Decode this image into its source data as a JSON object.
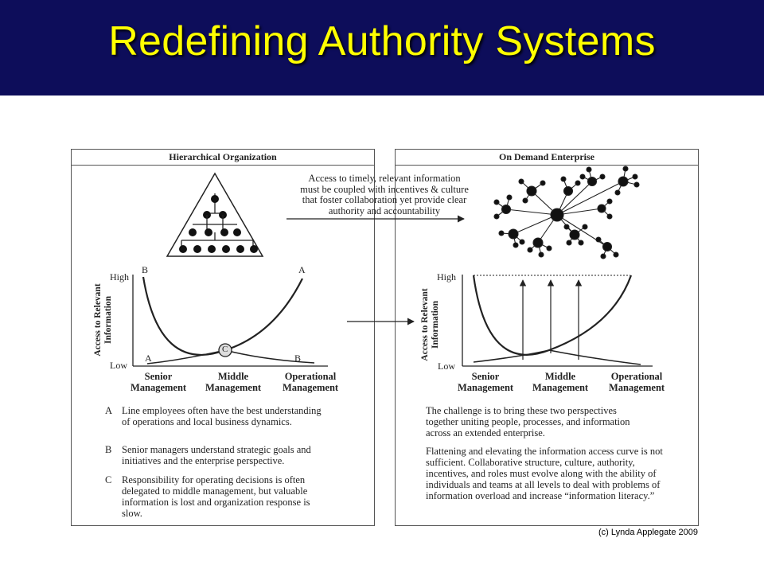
{
  "slide": {
    "title": "Redefining Authority Systems",
    "copyright": "(c) Lynda Applegate 2009"
  },
  "left_panel": {
    "header": "Hierarchical Organization",
    "y_axis_label_1": "Access to Relevant",
    "y_axis_label_2": "Information",
    "y_high": "High",
    "y_low": "Low",
    "curve_b_top": "B",
    "curve_a_top": "A",
    "curve_a_bottom": "A",
    "curve_b_bottom": "B",
    "intersection": "C",
    "x_labels": [
      {
        "line1": "Senior",
        "line2": "Management"
      },
      {
        "line1": "Middle",
        "line2": "Management"
      },
      {
        "line1": "Operational",
        "line2": "Management"
      }
    ],
    "notes": [
      {
        "letter": "A",
        "text": "Line employees often have the best understanding of operations and local business dynamics."
      },
      {
        "letter": "B",
        "text": "Senior managers understand strategic goals and initiatives and the enterprise perspective."
      },
      {
        "letter": "C",
        "text": "Responsibility for operating decisions is often delegated to middle management, but valuable information is lost and organization response is slow."
      }
    ]
  },
  "center_note": {
    "lines": [
      "Access to timely, relevant information",
      "must be coupled with incentives & culture",
      "that foster collaboration yet provide clear",
      "authority and accountability"
    ]
  },
  "right_panel": {
    "header": "On Demand Enterprise",
    "y_axis_label_1": "Access to Relevant",
    "y_axis_label_2": "Information",
    "y_high": "High",
    "y_low": "Low",
    "x_labels": [
      {
        "line1": "Senior",
        "line2": "Management"
      },
      {
        "line1": "Middle",
        "line2": "Management"
      },
      {
        "line1": "Operational",
        "line2": "Management"
      }
    ],
    "paragraphs": [
      "The challenge is to bring these two perspectives together uniting people, processes, and information across an extended enterprise.",
      "Flattening and elevating the information access curve is not sufficient. Collaborative structure, culture, authority, incentives, and roles must evolve along with the ability of individuals and teams at all levels to deal with problems of information overload and increase “information literacy.”"
    ]
  },
  "colors": {
    "title_bar": "#0d0d5a",
    "title_text": "#ffff00",
    "ink": "#222222"
  }
}
